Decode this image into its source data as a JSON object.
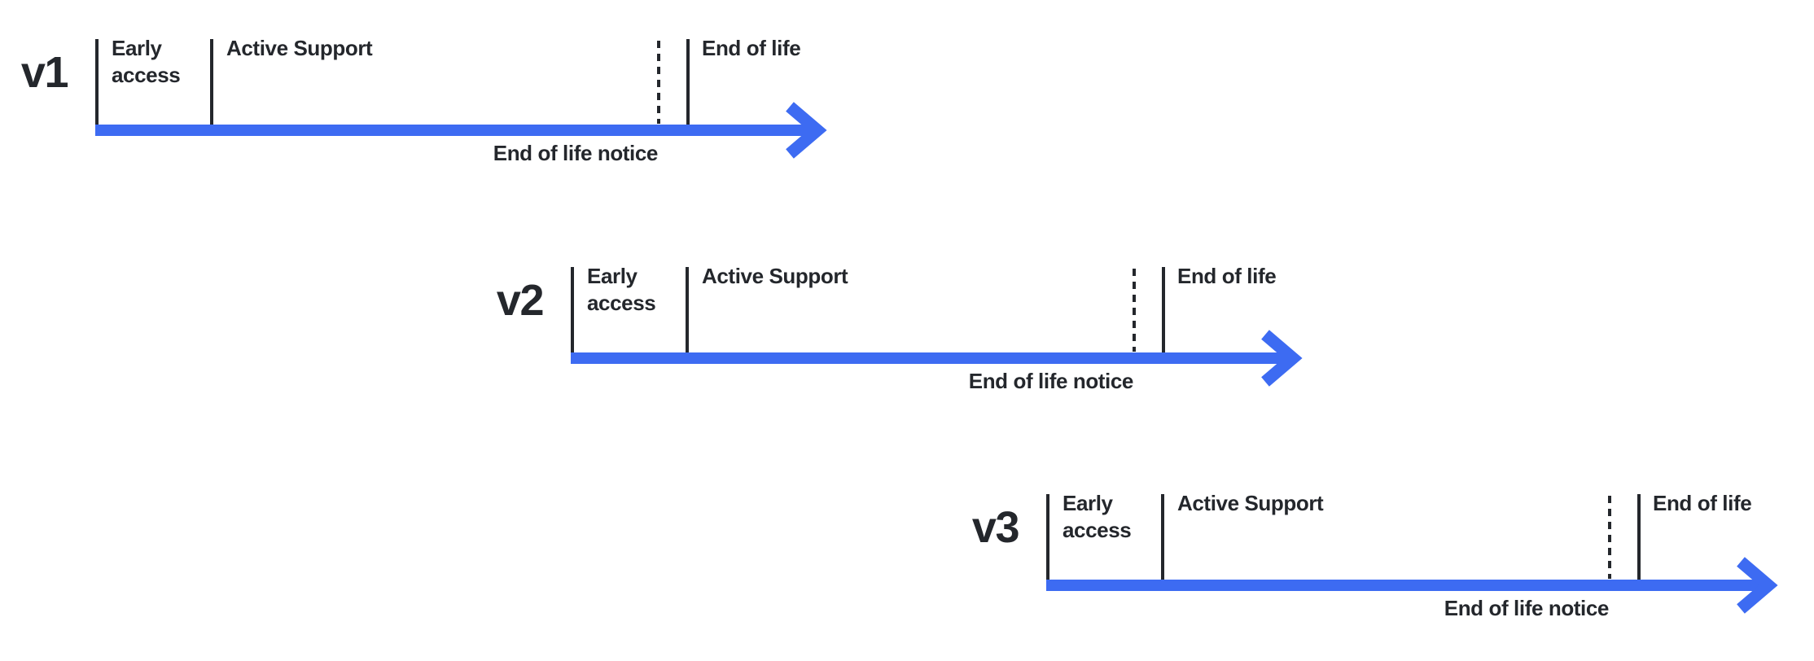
{
  "colors": {
    "arrow_blue": "#3D6BF2",
    "text_dark": "#24272C",
    "background": "#FFFFFF"
  },
  "rows": [
    {
      "version": "v1",
      "early_access_label": "Early access",
      "active_support_label": "Active Support",
      "end_of_life_label": "End of life",
      "eol_notice_label": "End of life notice"
    },
    {
      "version": "v2",
      "early_access_label": "Early access",
      "active_support_label": "Active Support",
      "end_of_life_label": "End of life",
      "eol_notice_label": "End of life notice"
    },
    {
      "version": "v3",
      "early_access_label": "Early access",
      "active_support_label": "Active Support",
      "end_of_life_label": "End of life",
      "eol_notice_label": "End of life notice"
    }
  ]
}
